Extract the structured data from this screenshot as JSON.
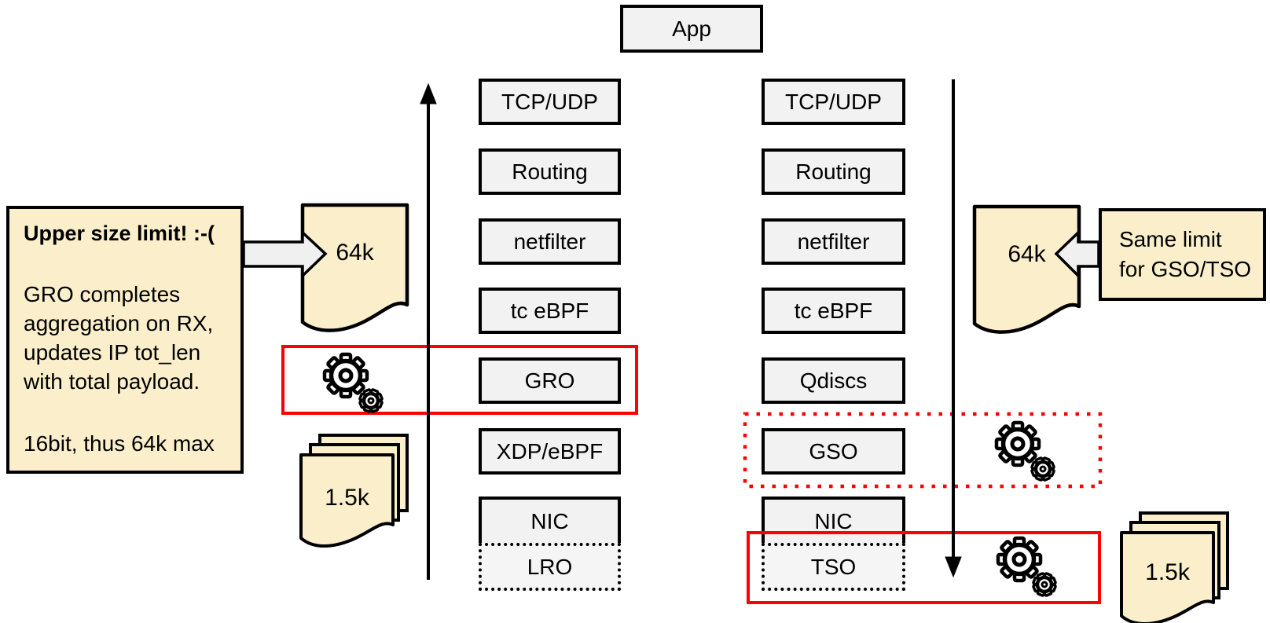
{
  "app": {
    "label": "App"
  },
  "rx_stack": {
    "direction": "up",
    "boxes": [
      "TCP/UDP",
      "Routing",
      "netfilter",
      "tc eBPF",
      "GRO",
      "XDP/eBPF",
      "NIC",
      "LRO"
    ]
  },
  "tx_stack": {
    "direction": "down",
    "boxes": [
      "TCP/UDP",
      "Routing",
      "netfilter",
      "tc eBPF",
      "Qdiscs",
      "GSO",
      "NIC",
      "TSO"
    ]
  },
  "note": {
    "title": "Upper size limit! :-(",
    "lines": [
      "GRO completes",
      "aggregation on RX,",
      "updates IP tot_len",
      "with total payload."
    ],
    "footer": "16bit, thus 64k max"
  },
  "same_limit": {
    "lines": [
      "Same limit",
      "for GSO/TSO"
    ]
  },
  "packet_labels": {
    "rx_large": "64k",
    "tx_large": "64k",
    "rx_small": "1.5k",
    "tx_small": "1.5k"
  },
  "icons": {
    "gear_clusters": [
      "gro-gears",
      "gso-gears",
      "tso-gears"
    ]
  },
  "colors": {
    "paper_fill": "#FBEFCB",
    "box_fill": "#F2F2F2",
    "dotted_box_fill": "#F5F5F5",
    "highlight_red": "#FF0000",
    "block_arrow_fill": "#F0F0F0",
    "line": "#000000"
  }
}
